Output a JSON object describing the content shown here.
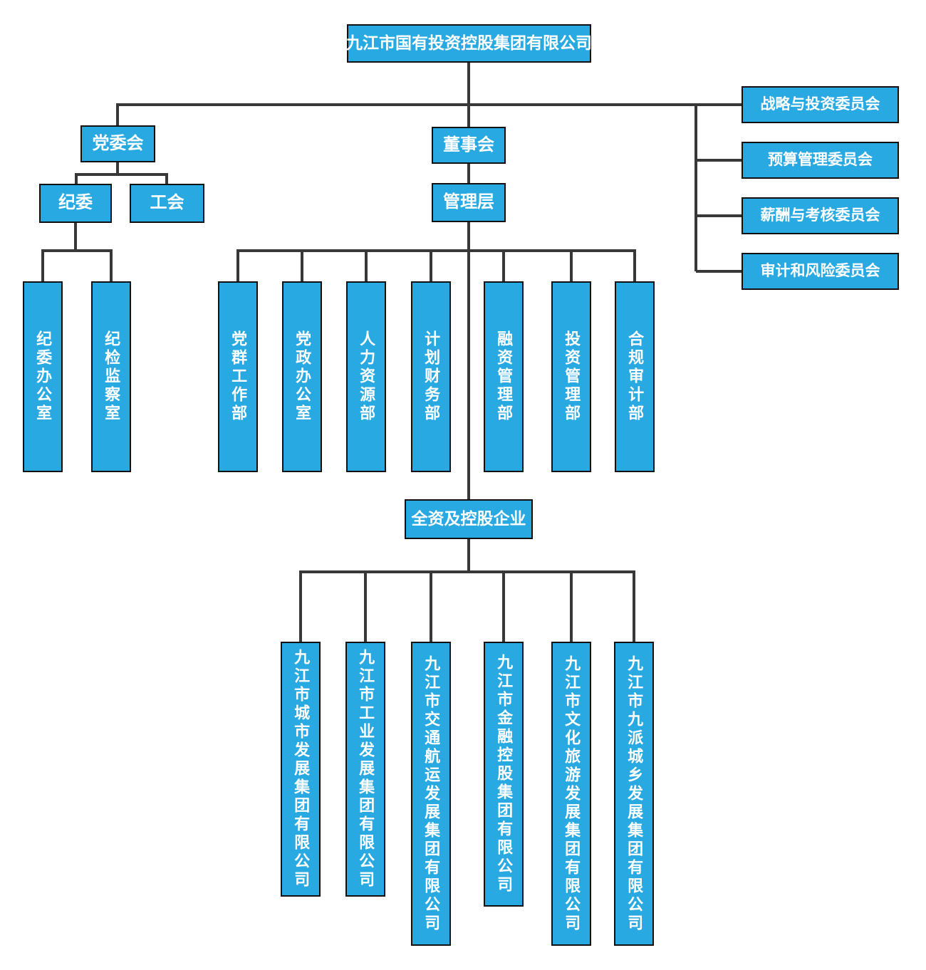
{
  "colors": {
    "box_fill": "#29a9e2",
    "box_border": "#111111",
    "line": "#383838",
    "text": "#ffffff",
    "bg": "#ffffff"
  },
  "org": {
    "root": "九江市国有投资控股集团有限公司",
    "party_committee": "党委会",
    "board": "董事会",
    "management": "管理层",
    "discipline_committee": "纪委",
    "labor_union": "工会",
    "subsidiaries_header": "全资及控股企业",
    "board_committees": [
      "战略与投资委员会",
      "预算管理委员会",
      "薪酬与考核委员会",
      "审计和风险委员会"
    ],
    "discipline_offices": [
      "纪委办公室",
      "纪检监察室"
    ],
    "departments": [
      "党群工作部",
      "党政办公室",
      "人力资源部",
      "计划财务部",
      "融资管理部",
      "投资管理部",
      "合规审计部"
    ],
    "subsidiaries": [
      "九江市城市发展集团有限公司",
      "九江市工业发展集团有限公司",
      "九江市交通航运发展集团有限公司",
      "九江市金融控股集团有限公司",
      "九江市文化旅游发展集团有限公司",
      "九江市九派城乡发展集团有限公司"
    ]
  }
}
